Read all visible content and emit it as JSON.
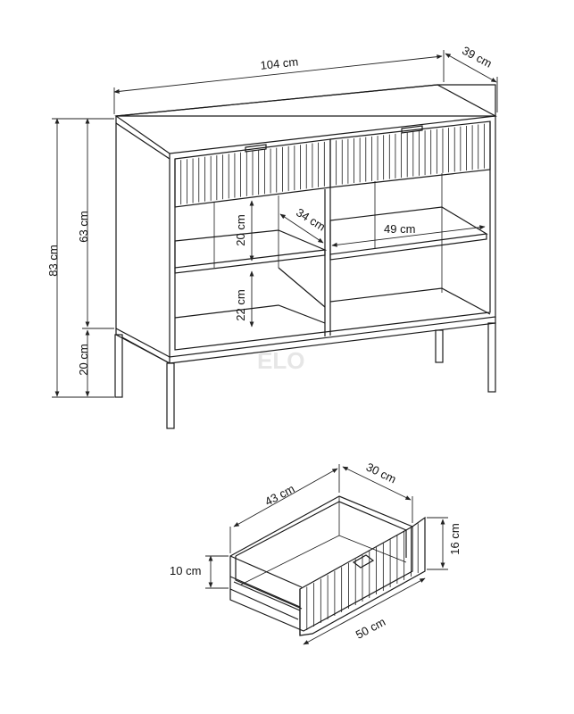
{
  "labels": {
    "cabinet_width": "104 cm",
    "cabinet_depth": "39 cm",
    "total_height": "83 cm",
    "body_height": "63 cm",
    "leg_height": "20 cm",
    "upper_shelf_height": "20 cm",
    "lower_shelf_height": "22 cm",
    "shelf_depth": "34 cm",
    "shelf_width": "49 cm",
    "drawer_depth": "43 cm",
    "drawer_inner_width": "30 cm",
    "drawer_height": "16 cm",
    "drawer_side_height": "10 cm",
    "drawer_front_width": "50 cm"
  },
  "watermark": "ELO"
}
